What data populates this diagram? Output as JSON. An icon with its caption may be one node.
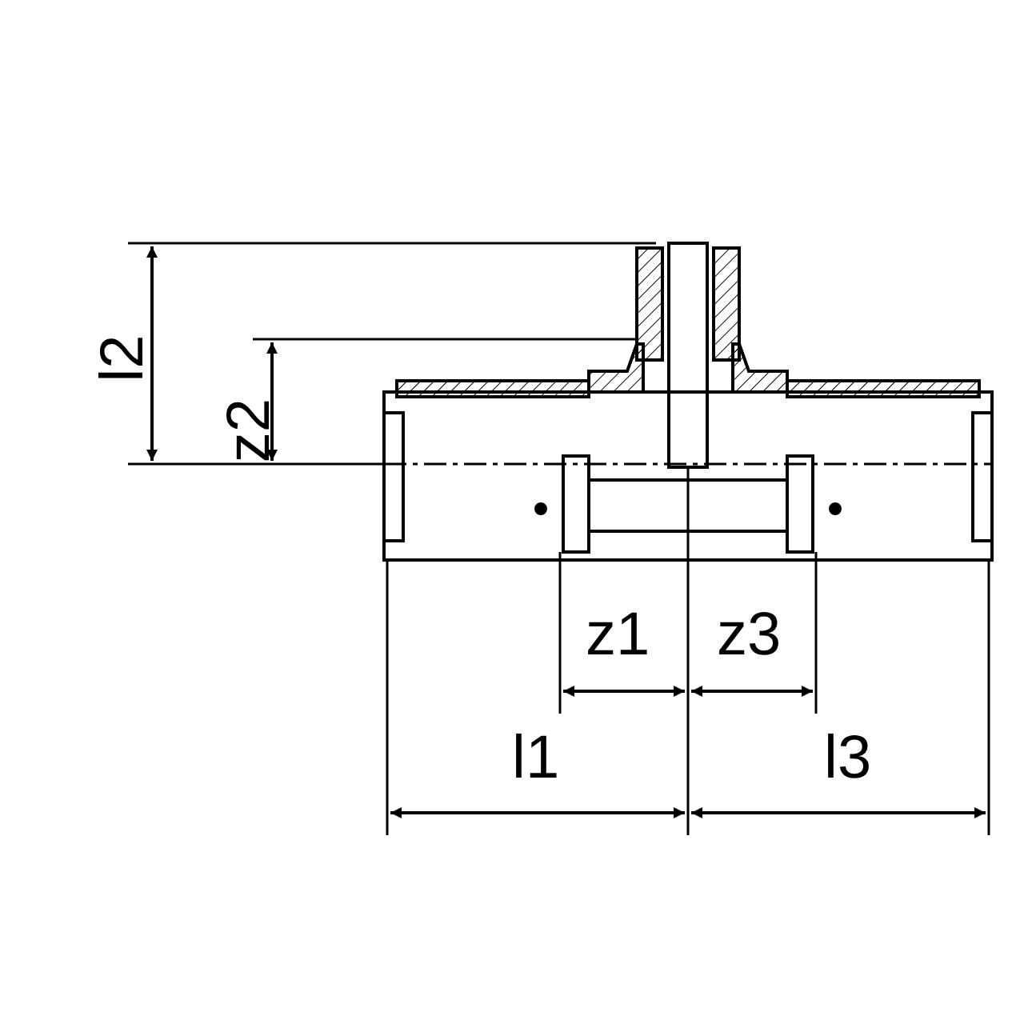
{
  "diagram": {
    "labels": [
      "l2",
      "z2",
      "z1",
      "z3",
      "l1",
      "l3"
    ]
  }
}
